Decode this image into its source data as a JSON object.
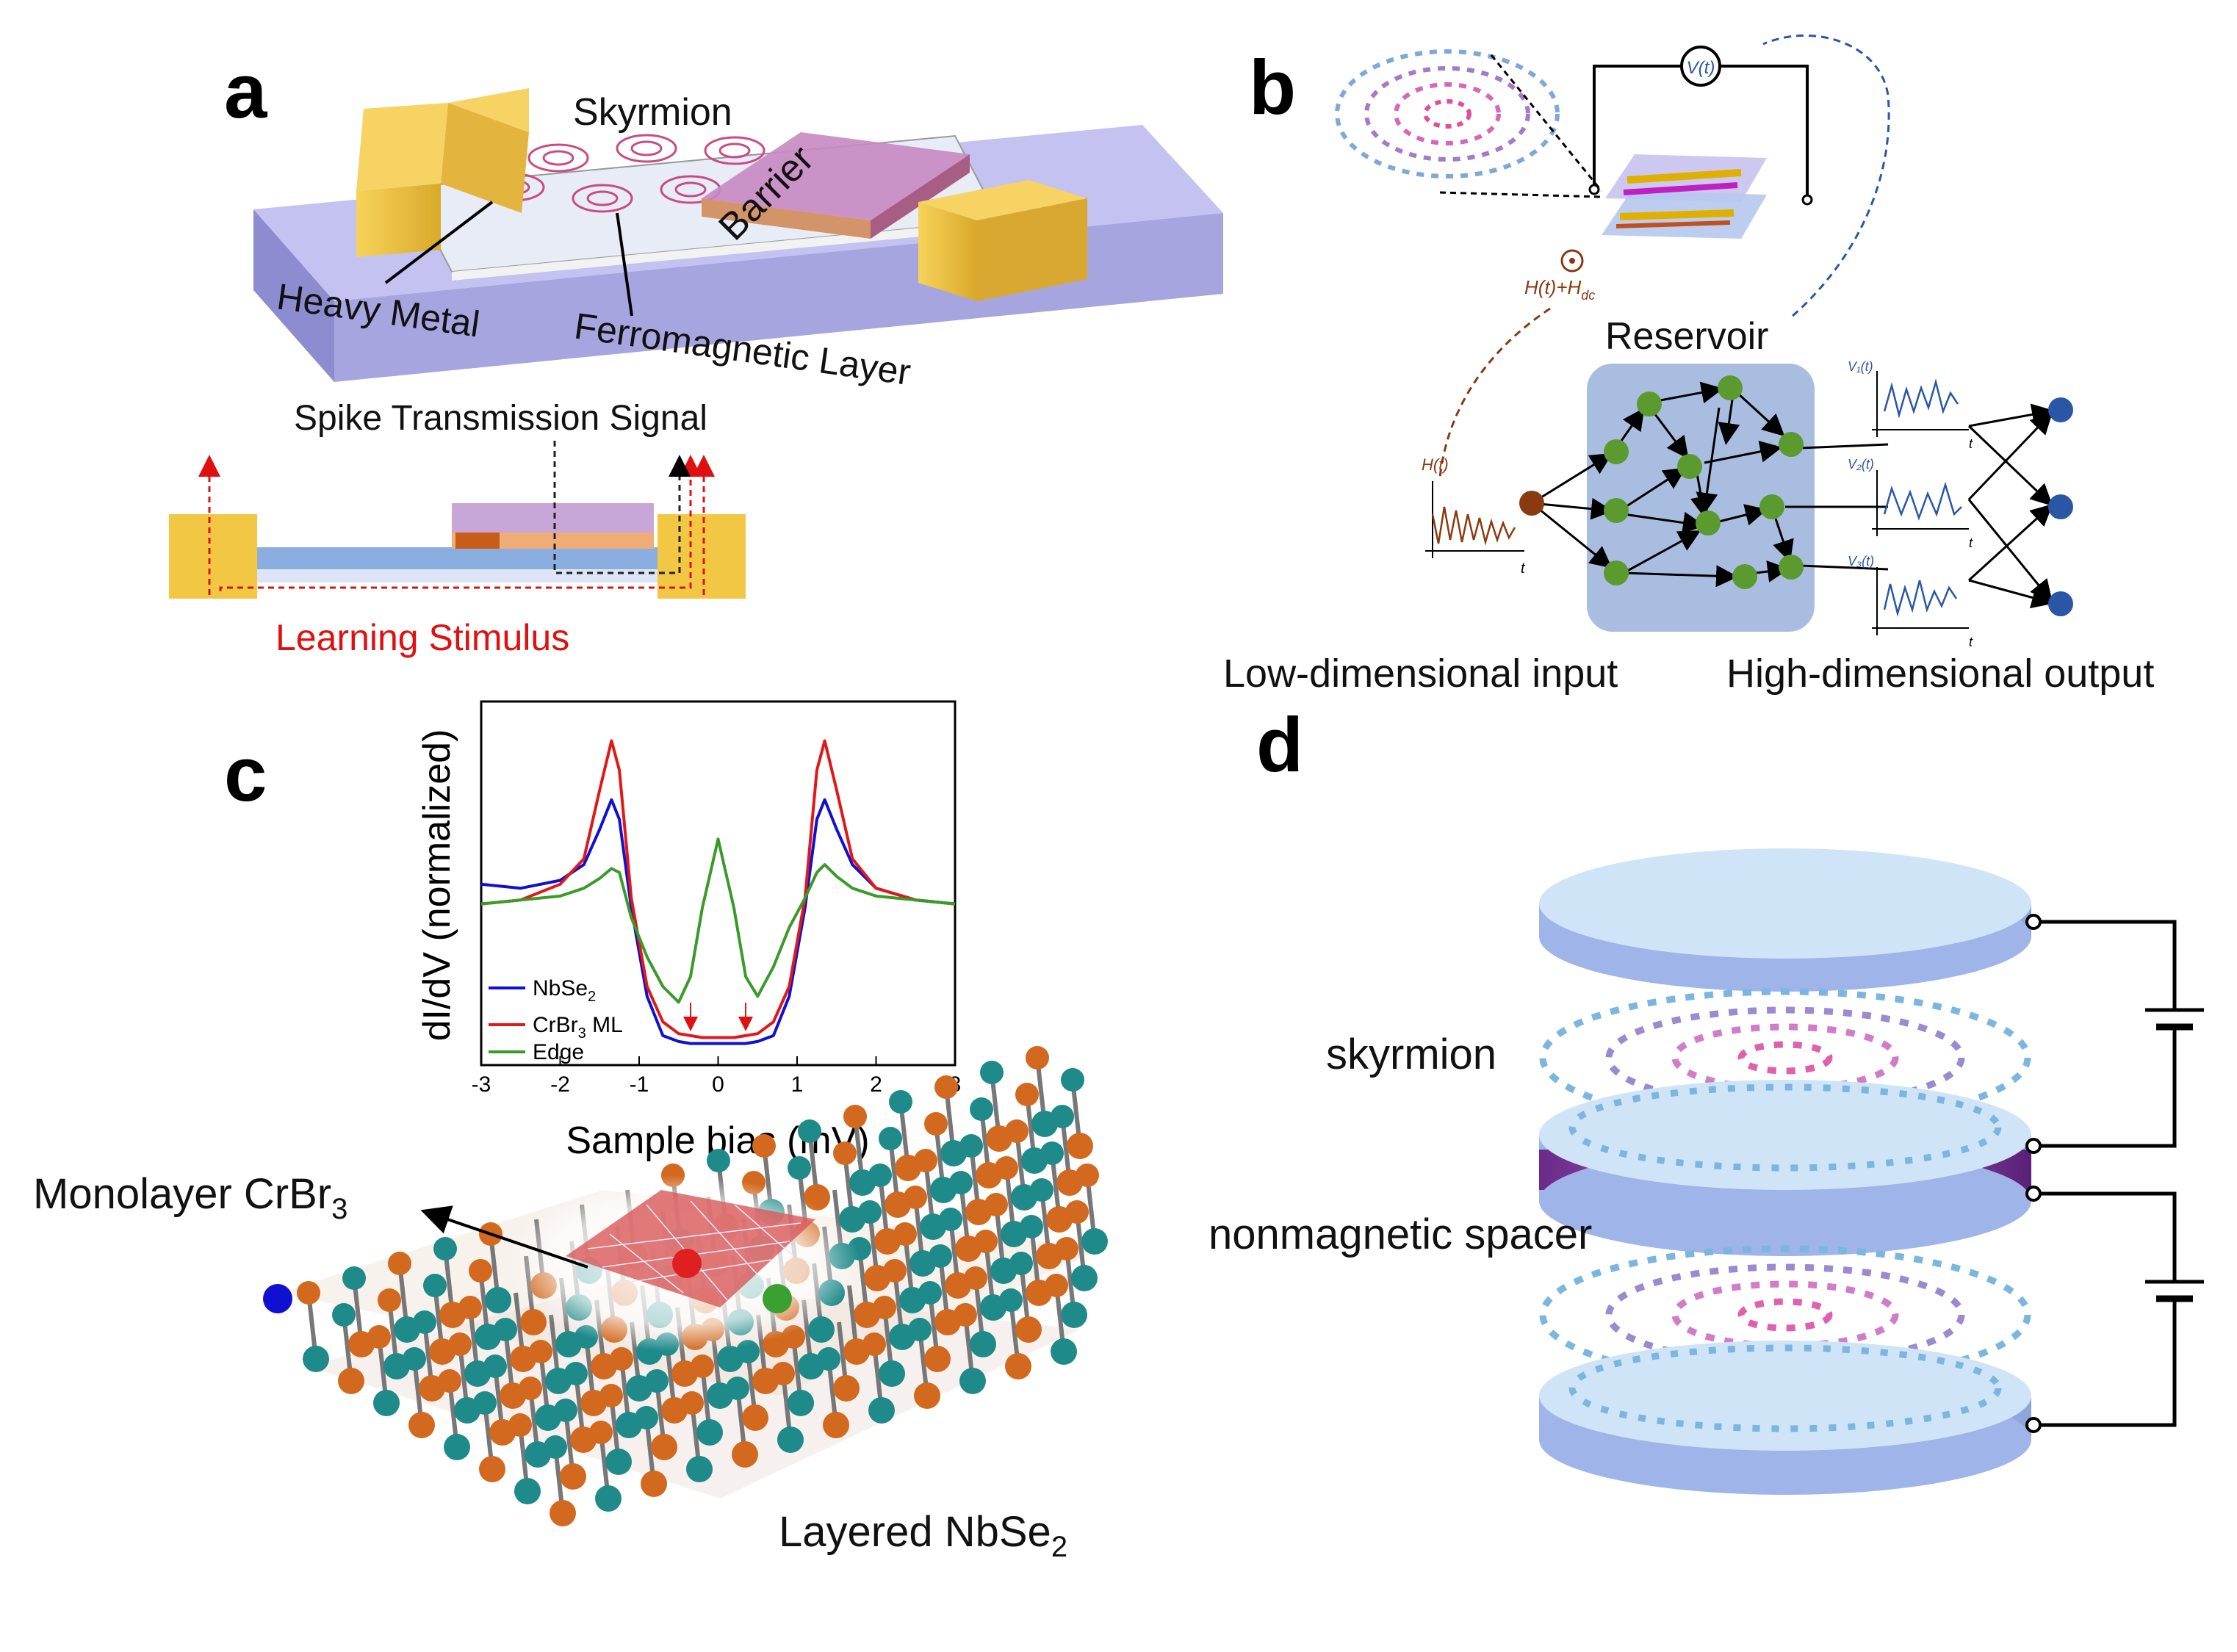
{
  "panels": {
    "a": {
      "letter": "a",
      "skyrmion": "Skyrmion",
      "barrier": "Barrier",
      "heavy_metal": "Heavy Metal",
      "ferromagnetic_layer": "Ferromagnetic Layer",
      "spike_signal": "Spike Transmission Signal",
      "learning_stimulus": "Learning Stimulus"
    },
    "b": {
      "letter": "b",
      "voltmeter": "V(t)",
      "field": "H(t)+H",
      "field_sub": "dc",
      "reservoir": "Reservoir",
      "input_axis": "H(t)",
      "t": "t",
      "v1": "V₁(t)",
      "v2": "V₂(t)",
      "v3": "V₃(t)",
      "low_dim": "Low-dimensional input",
      "high_dim": "High-dimensional output"
    },
    "c": {
      "letter": "c",
      "monolayer": "Monolayer CrBr",
      "monolayer_sub": "3",
      "layered": "Layered NbSe",
      "layered_sub": "2"
    },
    "d": {
      "letter": "d",
      "skyrmion": "skyrmion",
      "spacer": "nonmagnetic spacer"
    }
  },
  "colors": {
    "gold": "#f2c744",
    "substrate": "#b9b8ec",
    "barrier": "#c07fb2",
    "red_signal": "#e01010",
    "node_green": "#5a9a2f",
    "node_blue": "#2a56a6",
    "node_brown": "#8a3a10",
    "reservoir_bg": "#a9bde0",
    "disk": "#c8ddf5",
    "spacer": "#8a3ca8",
    "teal_atom": "#1f8a8a",
    "orange_atom": "#d2691e"
  },
  "chart_data": {
    "type": "line",
    "xlabel": "Sample bias (mV)",
    "ylabel": "dI/dV (normalized)",
    "xlim": [
      -3,
      3
    ],
    "xticks": [
      "-3",
      "-2",
      "-1",
      "0",
      "1",
      "2",
      "3"
    ],
    "grid": false,
    "legend_position": "bottom-left",
    "x": [
      -3.0,
      -2.5,
      -2.0,
      -1.7,
      -1.5,
      -1.35,
      -1.25,
      -1.1,
      -0.9,
      -0.7,
      -0.5,
      -0.35,
      -0.2,
      0.0,
      0.2,
      0.35,
      0.5,
      0.7,
      0.9,
      1.1,
      1.25,
      1.35,
      1.5,
      1.7,
      2.0,
      2.5,
      3.0
    ],
    "series": [
      {
        "name": "NbSe",
        "name_sub": "2",
        "color": "#1010d0",
        "values": [
          0.82,
          0.8,
          0.84,
          0.92,
          1.1,
          1.25,
          1.15,
          0.7,
          0.25,
          0.05,
          0.02,
          0.01,
          0.01,
          0.01,
          0.01,
          0.01,
          0.02,
          0.05,
          0.25,
          0.7,
          1.15,
          1.25,
          1.1,
          0.92,
          0.8,
          0.74,
          0.72
        ]
      },
      {
        "name": "CrBr",
        "name_sub": "3",
        "name_suffix": " ML",
        "color": "#e01818",
        "values": [
          0.72,
          0.74,
          0.82,
          0.95,
          1.3,
          1.55,
          1.4,
          0.75,
          0.3,
          0.12,
          0.06,
          0.05,
          0.04,
          0.04,
          0.04,
          0.05,
          0.06,
          0.12,
          0.3,
          0.75,
          1.4,
          1.55,
          1.3,
          0.95,
          0.8,
          0.74,
          0.72
        ]
      },
      {
        "name": "Edge",
        "color": "#3a9a2a",
        "values": [
          0.72,
          0.74,
          0.76,
          0.8,
          0.85,
          0.9,
          0.88,
          0.65,
          0.45,
          0.3,
          0.22,
          0.35,
          0.7,
          1.05,
          0.7,
          0.35,
          0.25,
          0.4,
          0.6,
          0.75,
          0.88,
          0.92,
          0.86,
          0.8,
          0.76,
          0.74,
          0.72
        ]
      }
    ]
  }
}
